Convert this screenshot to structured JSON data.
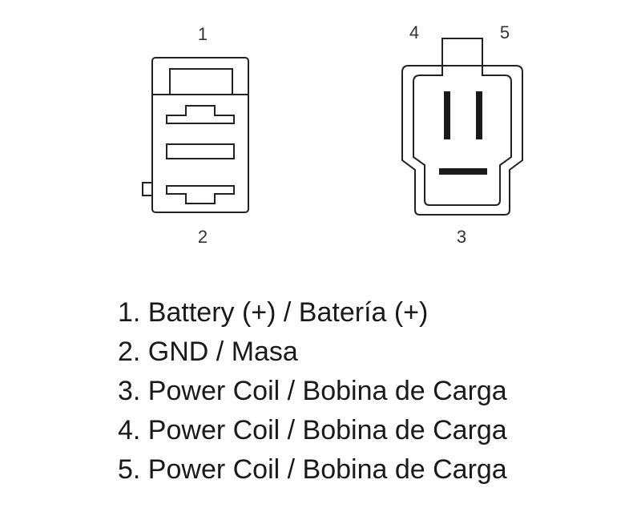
{
  "connector_left": {
    "pin_top": "1",
    "pin_bottom": "2"
  },
  "connector_right": {
    "pin_top_left": "4",
    "pin_top_right": "5",
    "pin_bottom": "3"
  },
  "legend": [
    {
      "text": "1. Battery (+) / Batería (+)"
    },
    {
      "text": "2. GND / Masa"
    },
    {
      "text": "3. Power Coil / Bobina de Carga"
    },
    {
      "text": "4. Power Coil / Bobina de Carga"
    },
    {
      "text": "5. Power Coil / Bobina de Carga"
    }
  ],
  "colors": {
    "line": "#222222",
    "text": "#1a1a1a"
  }
}
